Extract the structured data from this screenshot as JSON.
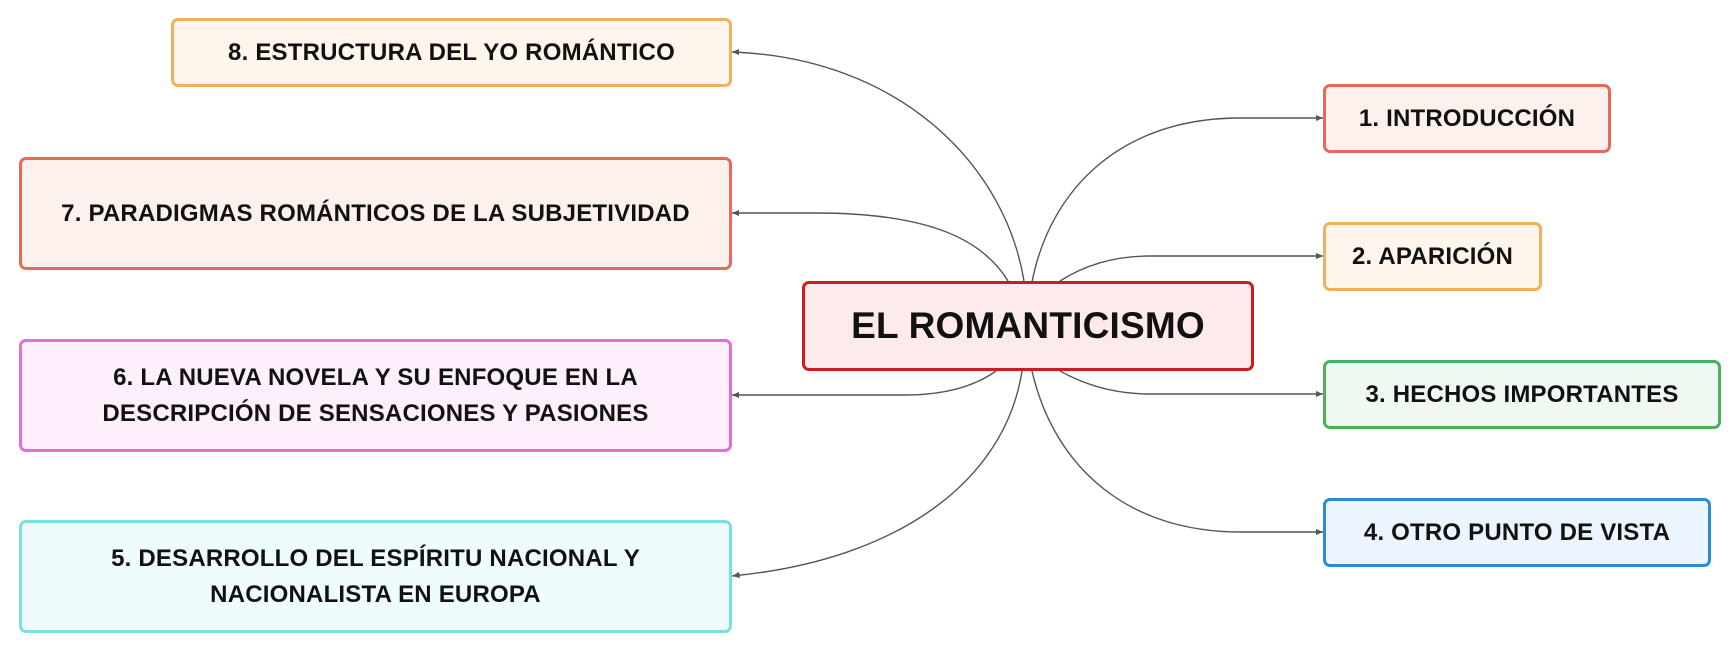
{
  "mindmap": {
    "central": {
      "label": "EL ROMANTICISMO",
      "color": "#c81e1e",
      "fill": "#fdeaea"
    },
    "branches": [
      {
        "id": "n1",
        "label": "1. INTRODUCCIÓN",
        "side": "right",
        "color": "#e8695a",
        "fill": "#fdf1ed"
      },
      {
        "id": "n2",
        "label": "2. APARICIÓN",
        "side": "right",
        "color": "#f2b05e",
        "fill": "#fef6ec"
      },
      {
        "id": "n3",
        "label": "3. HECHOS IMPORTANTES",
        "side": "right",
        "color": "#4caf5e",
        "fill": "#f0f9f1"
      },
      {
        "id": "n4",
        "label": "4. OTRO PUNTO DE VISTA",
        "side": "right",
        "color": "#2c8ad7",
        "fill": "#ecf5fd"
      },
      {
        "id": "n5",
        "label": "5. DESARROLLO DEL ESPÍRITU NACIONAL Y NACIONALISTA EN EUROPA",
        "side": "left",
        "color": "#7adfe0",
        "fill": "#effcfc"
      },
      {
        "id": "n6",
        "label": "6. LA NUEVA NOVELA Y SU ENFOQUE EN LA DESCRIPCIÓN DE SENSACIONES Y PASIONES",
        "side": "left",
        "color": "#e66cd6",
        "fill": "#fdeffb"
      },
      {
        "id": "n7",
        "label": "7. PARADIGMAS ROMÁNTICOS DE LA SUBJETIVIDAD",
        "side": "left",
        "color": "#e8695a",
        "fill": "#fdf1ed"
      },
      {
        "id": "n8",
        "label": "8. ESTRUCTURA DEL YO ROMÁNTICO",
        "side": "left",
        "color": "#f2b05e",
        "fill": "#fef6ec"
      }
    ],
    "connector_color": "#555555"
  }
}
